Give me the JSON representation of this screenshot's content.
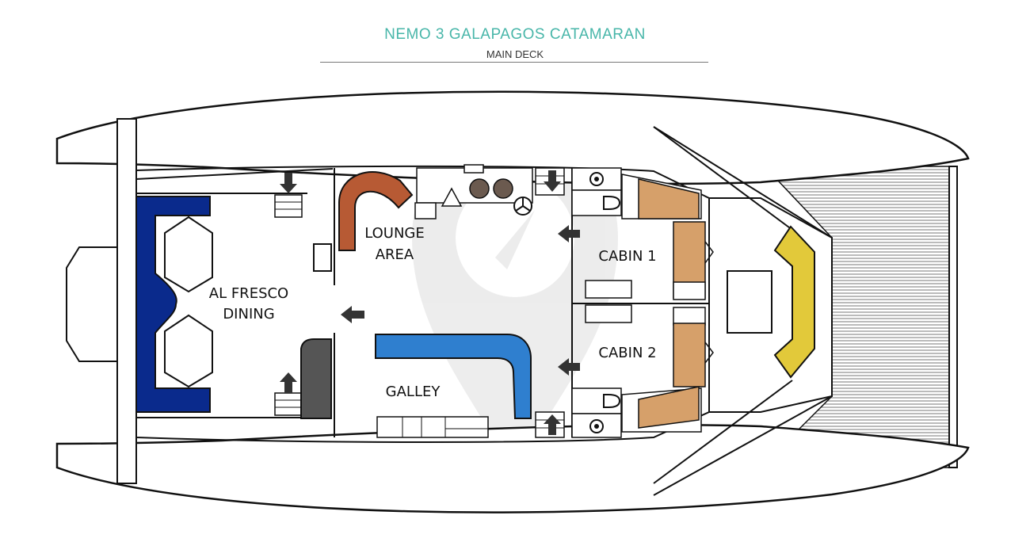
{
  "header": {
    "title": "NEMO 3 GALAPAGOS CATAMARAN",
    "subtitle": "MAIN DECK"
  },
  "rooms": {
    "al_fresco": [
      "AL FRESCO",
      "DINING"
    ],
    "lounge": [
      "LOUNGE",
      "AREA"
    ],
    "galley": "GALLEY",
    "cabin1": "CABIN 1",
    "cabin2": "CABIN 2"
  },
  "icons": [
    "compass-watermark-icon",
    "arrow-icon",
    "helm-icon",
    "toilet-icon"
  ],
  "colors": {
    "title": "#48b6a9",
    "dining_bench": "#0a2a8c",
    "lounge_sofa": "#b75a34",
    "galley_counter": "#2f7fcf",
    "bunk": "#d6a06a",
    "bow_seat": "#e2c93a",
    "stove": "#555555"
  }
}
